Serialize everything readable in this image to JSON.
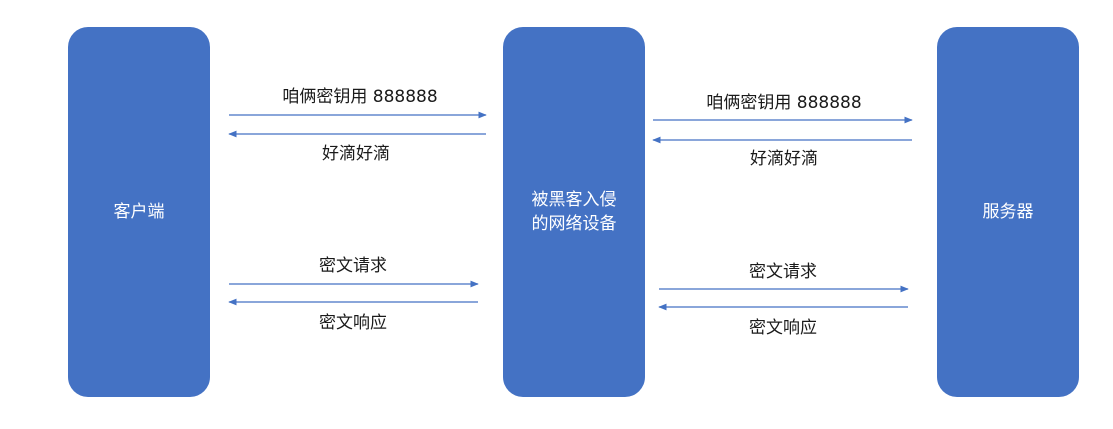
{
  "nodes": {
    "client": {
      "label": "客户端"
    },
    "middle": {
      "label": "被黑客入侵\n的网络设备"
    },
    "server": {
      "label": "服务器"
    }
  },
  "messages": {
    "left_key": "咱俩密钥用 888888",
    "left_ok": "好滴好滴",
    "left_request": "密文请求",
    "left_response": "密文响应",
    "right_key": "咱俩密钥用 888888",
    "right_ok": "好滴好滴",
    "right_request": "密文请求",
    "right_response": "密文响应"
  },
  "colors": {
    "node_fill": "#4472c4",
    "arrow": "#4472c4",
    "node_text": "#ffffff"
  }
}
